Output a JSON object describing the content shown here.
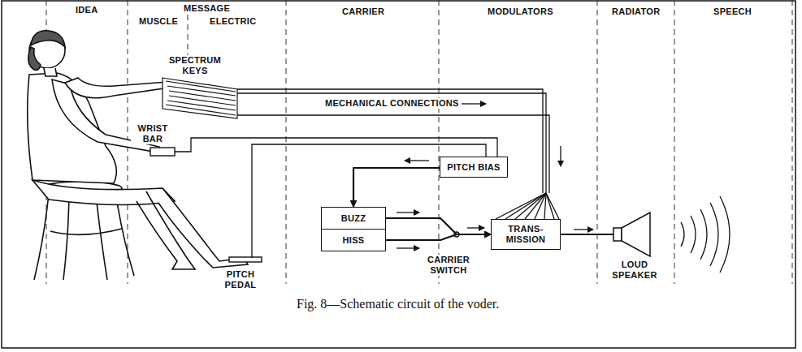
{
  "diagram": {
    "caption": "Fig. 8—Schematic circuit of the voder.",
    "nodes": [
      {
        "text": [
          "PITCH BIAS"
        ]
      },
      {
        "text": [
          "BUZZ"
        ]
      },
      {
        "text": [
          "HISS"
        ]
      },
      {
        "text": [
          "TRANS- MISSION"
        ]
      }
    ],
    "edges": [
      {
        "from": 0,
        "to": 1,
        "arrow": "to"
      },
      {
        "from": 1,
        "to": 3,
        "arrow": "to"
      },
      {
        "from": 2,
        "to": 3,
        "arrow": "to"
      }
    ],
    "labels": [
      "IDEA",
      "MESSAGE",
      "MUSCLE",
      "ELECTRIC",
      "CARRIER",
      "MODULATORS",
      "RADIATOR",
      "SPEECH",
      "SPECTRUM KEYS",
      "MECHANICAL CONNECTIONS",
      "WRIST BAR",
      "PITCH PEDAL",
      "CARRIER SWITCH",
      "LOUD SPEAKER"
    ]
  }
}
